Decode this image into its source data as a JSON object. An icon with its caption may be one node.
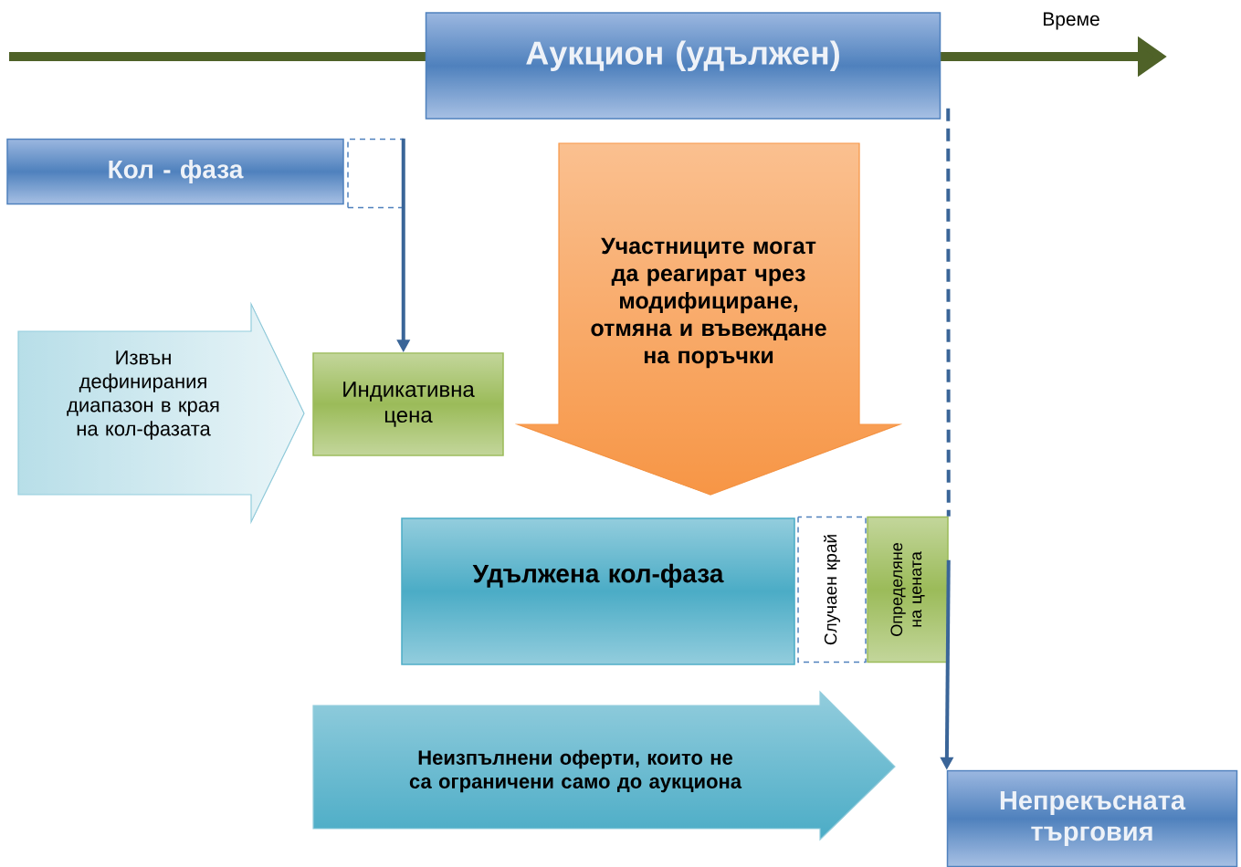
{
  "diagram": {
    "nodes": [
      {
        "text": [
          "Аукцион (удължен)"
        ]
      },
      {
        "text": [
          "Кол - фаза"
        ]
      },
      {
        "text": [],
        "shape": "box"
      },
      {
        "text": [
          "Извън дефинирания диапазон в края на кол-фазата"
        ]
      },
      {
        "text": [
          "Индикативна цена"
        ]
      },
      {
        "text": [
          "Участниците могат да реагират чрез модифициране, отмяна и въвеждане на поръчки"
        ]
      },
      {
        "text": [
          "Удължена кол-фаза"
        ]
      },
      {
        "text": [
          "Случаен край"
        ]
      },
      {
        "text": [
          "Определяне на цената"
        ]
      },
      {
        "text": [
          "Неизпълнени оферти, които не са ограничени само до аукциона"
        ]
      },
      {
        "text": [
          "Непрекъсната търговия"
        ]
      }
    ],
    "edges": [
      {
        "from": 2,
        "to": 4,
        "arrow": "to"
      },
      {
        "from": 0,
        "to": 8,
        "arrow": "none",
        "style": "dashed"
      },
      {
        "from": 8,
        "to": 10,
        "arrow": "to"
      }
    ],
    "labels": [
      "Време"
    ]
  }
}
